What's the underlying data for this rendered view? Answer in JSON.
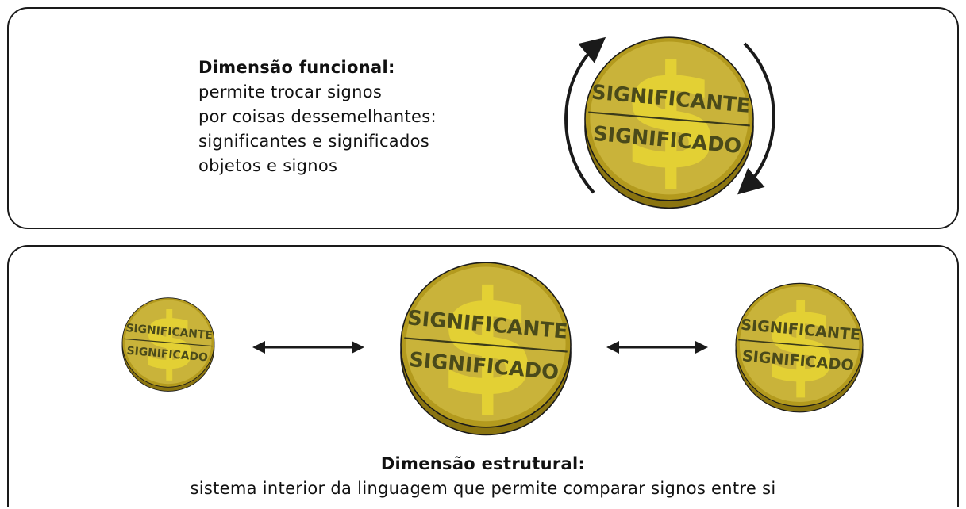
{
  "functional": {
    "title": "Dimensão funcional:",
    "lines": [
      "permite trocar signos",
      "por coisas dessemelhantes:",
      "significantes e significados",
      "objetos e signos"
    ]
  },
  "structural": {
    "title": "Dimensão estrutural:",
    "description": "sistema interior da linguagem que permite comparar signos entre si"
  },
  "coin": {
    "top_label": "SIGNIFICANTE",
    "bottom_label": "SIGNIFICADO",
    "symbol": "$"
  },
  "colors": {
    "coin_face": "#c9b33a",
    "coin_rim": "#b39a1e",
    "coin_edge": "#8a7410",
    "dollar": "#e8d634",
    "outline": "#1a1a1a"
  }
}
